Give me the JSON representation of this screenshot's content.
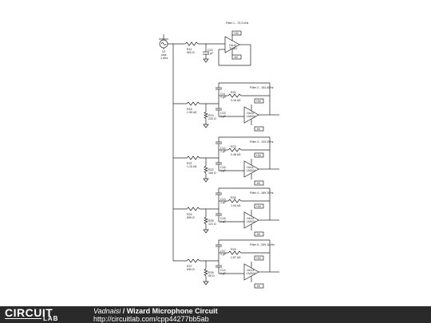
{
  "source": {
    "ref": "V2",
    "line1": "sine",
    "line2": "1 kHz"
  },
  "filter1": {
    "title": "Filter 1 - 73.3 kHz",
    "resistor": {
      "ref": "R11",
      "value": "500 Ω"
    },
    "capacitor": {
      "ref": "C22",
      "value": "1 µF"
    },
    "opamp": {
      "ref": "OA10",
      "model": "TL081"
    },
    "vplus": "+9V",
    "vminus": "-9V"
  },
  "stages": [
    {
      "title": "Filter 2 - 104.40Hz",
      "r_in": {
        "ref": "R18",
        "value": "1.95 kΩ"
      },
      "r_gnd": {
        "ref": "R19",
        "value": "220 Ω"
      },
      "r_fb": {
        "ref": "R20",
        "value": "3.16 kΩ"
      },
      "c1": {
        "ref": "C11",
        "value": "1 µF"
      },
      "c2": {
        "ref": "C15",
        "value": "1 µF"
      },
      "opamp": {
        "ref": "OA10",
        "model": "LM324"
      },
      "vplus": "+9V",
      "vminus": "-9V"
    },
    {
      "title": "Filter 3 - 133.25Hz",
      "r_in": {
        "ref": "R21",
        "value": "1.15 kΩ"
      },
      "r_gnd": {
        "ref": "R22",
        "value": "160 Ω"
      },
      "r_fb": {
        "ref": "R23",
        "value": "2.48 kΩ"
      },
      "c1": {
        "ref": "C12",
        "value": "1 µF"
      },
      "c2": {
        "ref": "C16",
        "value": "1 µF"
      },
      "opamp": {
        "ref": "OA11",
        "model": "LM324"
      },
      "vplus": "+9V",
      "vminus": "-9V"
    },
    {
      "title": "Filter 4 - 169.10Hz",
      "r_in": {
        "ref": "R24",
        "value": "895 Ω"
      },
      "r_gnd": {
        "ref": "R25",
        "value": "121 Ω"
      },
      "r_fb": {
        "ref": "R26",
        "value": "1.94 kΩ"
      },
      "c1": {
        "ref": "C13",
        "value": "1 µF"
      },
      "c2": {
        "ref": "C18",
        "value": "1 µF"
      },
      "opamp": {
        "ref": "OA12",
        "model": "LM324"
      },
      "vplus": "+9V",
      "vminus": "-9V"
    },
    {
      "title": "Filter 5 - 209.11kHz",
      "r_in": {
        "ref": "R27",
        "value": "635 Ω"
      },
      "r_gnd": {
        "ref": "R28",
        "value": "95 Ω"
      },
      "r_fb": {
        "ref": "R29",
        "value": "1.57 kΩ"
      },
      "c1": {
        "ref": "C17",
        "value": "1 µF"
      },
      "c2": {
        "ref": "C14",
        "value": "1 µF"
      },
      "opamp": {
        "ref": "OA13",
        "model": "LM324"
      },
      "vplus": "+9V",
      "vminus": "-9V"
    }
  ],
  "footer": {
    "logo_top": "CIRCUIT",
    "logo_bottom": "LAB",
    "author": "Vadnaisi",
    "separator": " / ",
    "title": "Wizard Microphone Circuit",
    "url": "http://circuitlab.com/cpp44277bb5ab"
  },
  "colors": {
    "wire": "#222222",
    "footer_bg": "#2a2a2a",
    "footer_text": "#ffffff"
  }
}
